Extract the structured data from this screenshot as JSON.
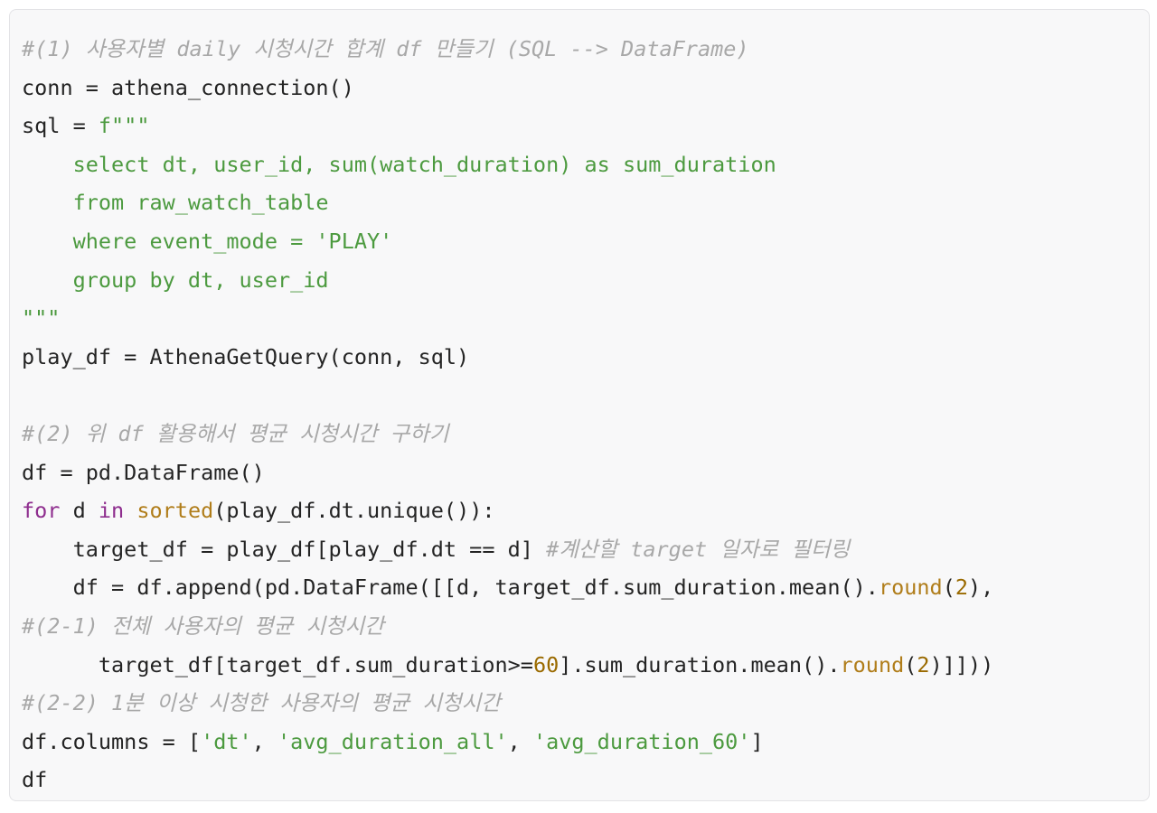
{
  "code": {
    "lines": [
      [
        {
          "t": "#(1) 사용자별 daily 시청시간 합계 df 만들기 (SQL --> DataFrame)",
          "k": "comment"
        }
      ],
      [
        {
          "t": "conn = athena_connection()",
          "k": "default"
        }
      ],
      [
        {
          "t": "sql = ",
          "k": "default"
        },
        {
          "t": "f\"\"\"",
          "k": "string"
        }
      ],
      [
        {
          "t": "    select dt, user_id, sum(watch_duration) as sum_duration",
          "k": "string"
        }
      ],
      [
        {
          "t": "    from raw_watch_table",
          "k": "string"
        }
      ],
      [
        {
          "t": "    where event_mode = 'PLAY'",
          "k": "string"
        }
      ],
      [
        {
          "t": "    group by dt, user_id",
          "k": "string"
        }
      ],
      [
        {
          "t": "\"\"\"",
          "k": "string"
        }
      ],
      [
        {
          "t": "play_df = AthenaGetQuery(conn, sql)",
          "k": "default"
        }
      ],
      [],
      [
        {
          "t": "#(2) 위 df 활용해서 평균 시청시간 구하기",
          "k": "comment"
        }
      ],
      [
        {
          "t": "df = pd.DataFrame()",
          "k": "default"
        }
      ],
      [
        {
          "t": "for",
          "k": "keyword"
        },
        {
          "t": " d ",
          "k": "default"
        },
        {
          "t": "in",
          "k": "keyword"
        },
        {
          "t": " ",
          "k": "default"
        },
        {
          "t": "sorted",
          "k": "builtin"
        },
        {
          "t": "(play_df.dt.unique()):",
          "k": "default"
        }
      ],
      [
        {
          "t": "    target_df = play_df[play_df.dt == d] ",
          "k": "default"
        },
        {
          "t": "#계산할 target 일자로 필터링",
          "k": "comment"
        }
      ],
      [
        {
          "t": "    df = df.append(pd.DataFrame([[d, target_df.sum_duration.mean().",
          "k": "default"
        },
        {
          "t": "round",
          "k": "builtin"
        },
        {
          "t": "(",
          "k": "default"
        },
        {
          "t": "2",
          "k": "number"
        },
        {
          "t": "),",
          "k": "default"
        }
      ],
      [
        {
          "t": "#(2-1) 전체 사용자의 평균 시청시간",
          "k": "comment"
        }
      ],
      [
        {
          "t": "      target_df[target_df.sum_duration>=",
          "k": "default"
        },
        {
          "t": "60",
          "k": "number"
        },
        {
          "t": "].sum_duration.mean().",
          "k": "default"
        },
        {
          "t": "round",
          "k": "builtin"
        },
        {
          "t": "(",
          "k": "default"
        },
        {
          "t": "2",
          "k": "number"
        },
        {
          "t": ")]]))",
          "k": "default"
        }
      ],
      [
        {
          "t": "#(2-2) 1분 이상 시청한 사용자의 평균 시청시간",
          "k": "comment"
        }
      ],
      [
        {
          "t": "df.columns = [",
          "k": "default"
        },
        {
          "t": "'dt'",
          "k": "string"
        },
        {
          "t": ", ",
          "k": "default"
        },
        {
          "t": "'avg_duration_all'",
          "k": "string"
        },
        {
          "t": ", ",
          "k": "default"
        },
        {
          "t": "'avg_duration_60'",
          "k": "string"
        },
        {
          "t": "]",
          "k": "default"
        }
      ],
      [
        {
          "t": "df",
          "k": "default"
        }
      ]
    ]
  },
  "colors": {
    "background": "#f8f8f9",
    "border": "#e3e3e6",
    "default_text": "#242424",
    "comment": "#a8a8a8",
    "string": "#4c9a3f",
    "keyword": "#8e2d8e",
    "builtin": "#b07d1a",
    "number": "#9a6a00"
  }
}
